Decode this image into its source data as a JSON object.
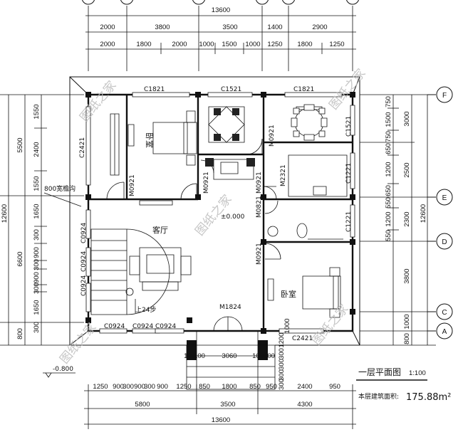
{
  "dims": {
    "top_total": "13600",
    "top_row1": [
      "2000",
      "3800",
      "3500",
      "1400",
      "2900"
    ],
    "top_row2": [
      "2000",
      "1800",
      "2000",
      "1000",
      "1500",
      "1000",
      "1250",
      "1800",
      "1250"
    ],
    "left_total": "12600",
    "left_row1": [
      "5500",
      "6600",
      "800"
    ],
    "left_row2": [
      "1550",
      "2400",
      "1550",
      "1650",
      "300",
      "900",
      "300",
      "900",
      "300",
      "1650",
      "300"
    ],
    "right_total": "12600",
    "right_row1": [
      "3000",
      "2500",
      "2300",
      "3800",
      "1000",
      "800"
    ],
    "right_row2": [
      "750",
      "1500",
      "750",
      "650",
      "1200",
      "650",
      "550",
      "1200",
      "550"
    ],
    "bottom_row1": [
      "1250",
      "900",
      "300",
      "900",
      "300",
      "900",
      "1250",
      "850",
      "1800",
      "850",
      "950",
      "2400",
      "950"
    ],
    "bottom_row2": [
      "5800",
      "3500",
      "4300"
    ],
    "bottom_total": "13600",
    "steps": [
      "100",
      "100",
      "3060",
      "100",
      "100"
    ],
    "step_v": [
      "300",
      "300",
      "300",
      "300",
      "1200",
      "1000"
    ]
  },
  "axes": [
    "F",
    "E",
    "D",
    "C",
    "A"
  ],
  "windows": {
    "c1821_a": "C1821",
    "c1521": "C1521",
    "c1821_b": "C1821",
    "c2421": "C2421",
    "c1521_r": "C1521",
    "c1221_a": "C1221",
    "c1221_b": "C1221",
    "c0924_1": "C0924",
    "c0924_2": "C0924",
    "c0924_3": "C0924",
    "c0924_a": "C0924",
    "c0924_b": "C0924",
    "c0924_c": "C0924",
    "c2421_b": "C2421"
  },
  "doors": {
    "m0921_1": "M0921",
    "m0921_2": "M0921",
    "m0921_3": "M0921",
    "m0921_4": "M0921",
    "m0921_5": "M0921",
    "m2321": "M2321",
    "m0821": "M0821",
    "m1824": "M1824"
  },
  "rooms": {
    "bedroom_a": "卧室",
    "living": "客厅",
    "bedroom_b": "卧室"
  },
  "notes": {
    "eave": "800宽檐沟",
    "elev0": "±0.000",
    "steps24": "上24步",
    "elev_neg": "-0.800"
  },
  "title": {
    "name": "一层平面图",
    "scale": "1:100",
    "area_label": "本层建筑面积:",
    "area_value": "175.88m²"
  },
  "watermark": "图纸之家"
}
